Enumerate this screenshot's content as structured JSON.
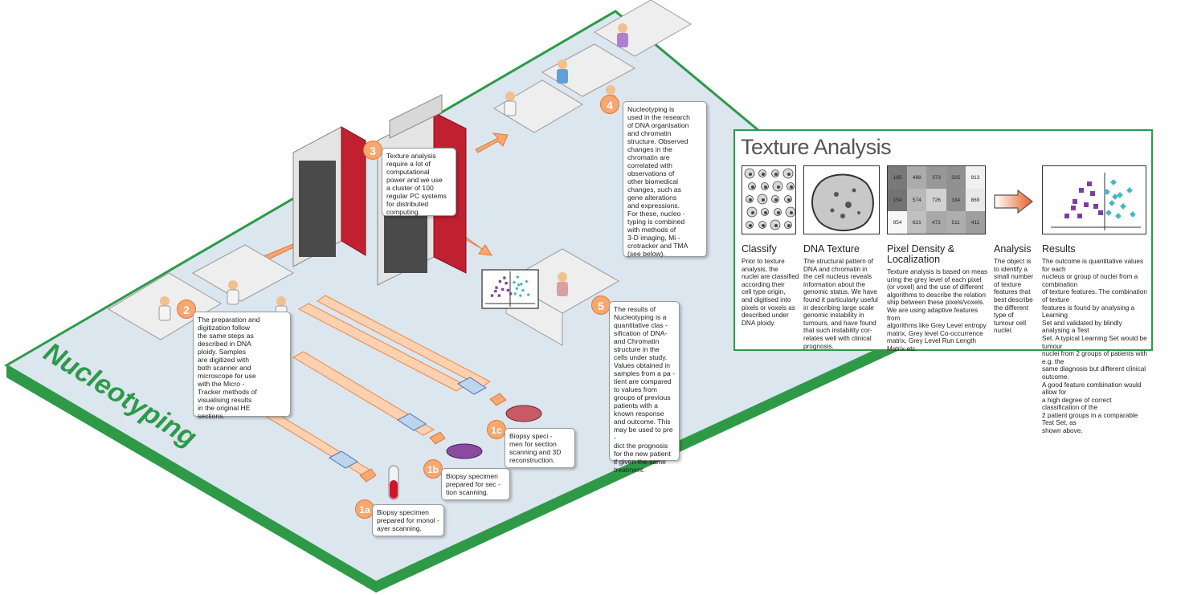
{
  "scene": {
    "platform_label": "Nucleotyping"
  },
  "steps": [
    {
      "id": "1a",
      "badge": "1a",
      "text": "Biopsy specimen\nprepared for monol -\nayer scanning."
    },
    {
      "id": "1b",
      "badge": "1b",
      "text": "Biopsy specimen\nprepared for sec -\ntion scanning."
    },
    {
      "id": "1c",
      "badge": "1c",
      "text": "Biopsy speci -\nmen for section\nscanning and 3D\nreconstruction."
    },
    {
      "id": "2",
      "badge": "2",
      "text": "The preparation and\ndigitization follow\nthe same steps as\ndescribed in DNA\nploidy. Samples\nare digitized with\nboth scanner and\nmicroscope for use\nwith the Micro -\nTracker methods of\nvisualising results\nin the original HE\nsections."
    },
    {
      "id": "3",
      "badge": "3",
      "text": "Texture analysis\nrequire a lot of\ncomputational\npower and we use\na cluster of 100\nregular PC systems\nfor distributed\ncomputing."
    },
    {
      "id": "4",
      "badge": "4",
      "text": "Nucleotyping is\nused in the research\nof DNA organisation\nand chromatin\nstructure. Observed\nchanges in the\nchromatin are\ncorrelated with\nobservations of\nother biomedical\nchanges, such as\ngene alterations\nand expressions.\nFor these, nucleo -\ntyping is combined\nwith methods of\n3-D imaging, Mi -\ncrotracker and TMA\n(see below)."
    },
    {
      "id": "5",
      "badge": "5",
      "text": "The results of\nNucleotyping is a\nquantitative clas -\nsification of DNA-\nand Chromatin\nstructure in the\ncells under study.\nValues obtained in\nsamples from a pa -\ntient are compared\nto values from\ngroups of previous\npatients with a\nknown response\nand outcome. This\nmay be used to pre -\ndict the prognosis\nfor the new patient\nif given the same\ntreatment."
    }
  ],
  "texture_analysis": {
    "title": "Texture Analysis",
    "columns": [
      {
        "heading": "Classify",
        "text": "Prior to texture\nanalysis, the\nnuclei are classified\naccording their\ncell type origin,\nand digitised into\npixels or voxels as\ndescribed under\nDNA ploidy."
      },
      {
        "heading": "DNA Texture",
        "text": "The structural pattern of\nDNA and chromatin in\nthe cell nucleus reveals\ninformation about the\ngenomic status. We have\nfound it particularly useful\nin describing large scale\ngenomic instability in\ntumours, and have found\nthat such instability cor-\nrelates well with clinical\nprognosis."
      },
      {
        "heading": "Pixel Density &\nLocalization",
        "text": "Texture analysis is based on meas\nuring the grey level of each pixel\n(or voxel) and the use of different\nalgorithms to describe the relation\nship between these pixels/voxels.\nWe are using adaptive features from\nalgorithms like Grey Level entropy\nmatrix, Grey level Co-occurrence\nmatrix, Grey Level Run Length\nMatrix etc."
      },
      {
        "heading": "Analysis",
        "text": "The object is\nto identify a\nsmall number\nof texture\nfeatures that\nbest describe\nthe different\ntype of\ntumour cell\nnuclei."
      },
      {
        "heading": "Results",
        "text": "The outcome is quantitative values for each\nnucleus or group of nuclei from a combination\nof texture features. The combination of texture\nfeatures is found by analysing a Learning\nSet and validated by blindly analysing a Test\nSet. A typical Learning Set would be tumour\nnuclei from 2 groups of patients with e.g. the\nsame diagnosis but different clinical outcome.\nA good feature combination would allow for\na high degree of correct classification of the\n2 patient groups in a comparable Test Set, as\nshown above."
      }
    ],
    "pixel_matrix": [
      [
        "185",
        "498",
        "373",
        "325",
        "913"
      ],
      [
        "154",
        "574",
        "726",
        "334",
        "869"
      ],
      [
        "954",
        "621",
        "472",
        "511",
        "411"
      ]
    ]
  },
  "colors": {
    "platform_fill": "#dce6ef",
    "platform_border": "#2e9a48",
    "arrow": "#f7a770",
    "badge": "#f7a770",
    "purple_marker": "#7b3fa0",
    "cyan_marker": "#3fb8c8"
  }
}
